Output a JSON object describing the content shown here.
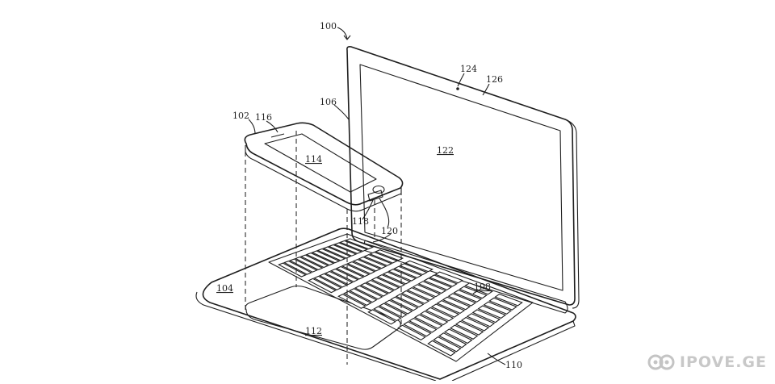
{
  "figure": {
    "ref_numerals": {
      "system": "100",
      "phone": "102",
      "base": "104",
      "lid": "106",
      "keyboard": "108",
      "base_edge": "110",
      "phone_recess": "112",
      "phone_screen": "114",
      "phone_speaker": "116",
      "phone_button": "118",
      "connector": "120",
      "laptop_screen": "122",
      "camera": "124",
      "bezel": "126"
    }
  },
  "watermark": {
    "text": "IPOVE.GE",
    "logo_icon": "owl-eyes-icon",
    "color": "#bebebe"
  }
}
